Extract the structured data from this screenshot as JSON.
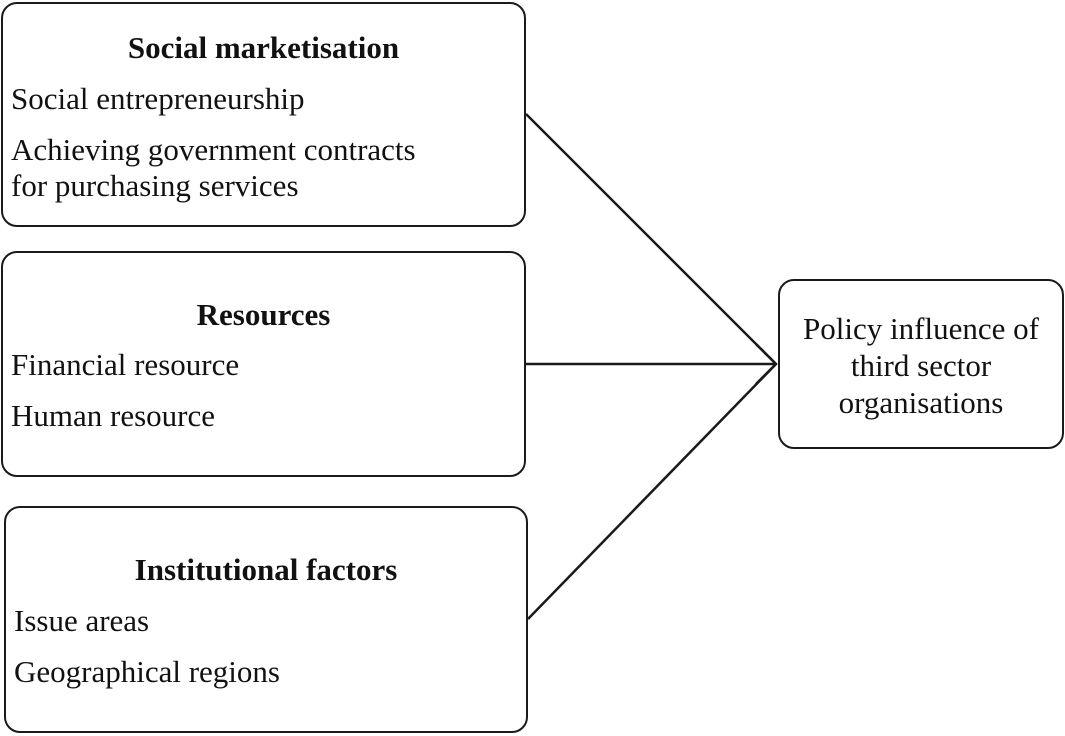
{
  "social_marketisation": {
    "title": "Social marketisation",
    "items": [
      "Social entrepreneurship",
      "Achieving government contracts",
      "for purchasing services"
    ]
  },
  "resources": {
    "title": "Resources",
    "items": [
      "Financial resource",
      "Human resource"
    ]
  },
  "institutional_factors": {
    "title": "Institutional factors",
    "items": [
      "Issue areas",
      "Geographical regions"
    ]
  },
  "outcome": {
    "lines": [
      "Policy influence of",
      "third sector",
      "organisations"
    ]
  }
}
